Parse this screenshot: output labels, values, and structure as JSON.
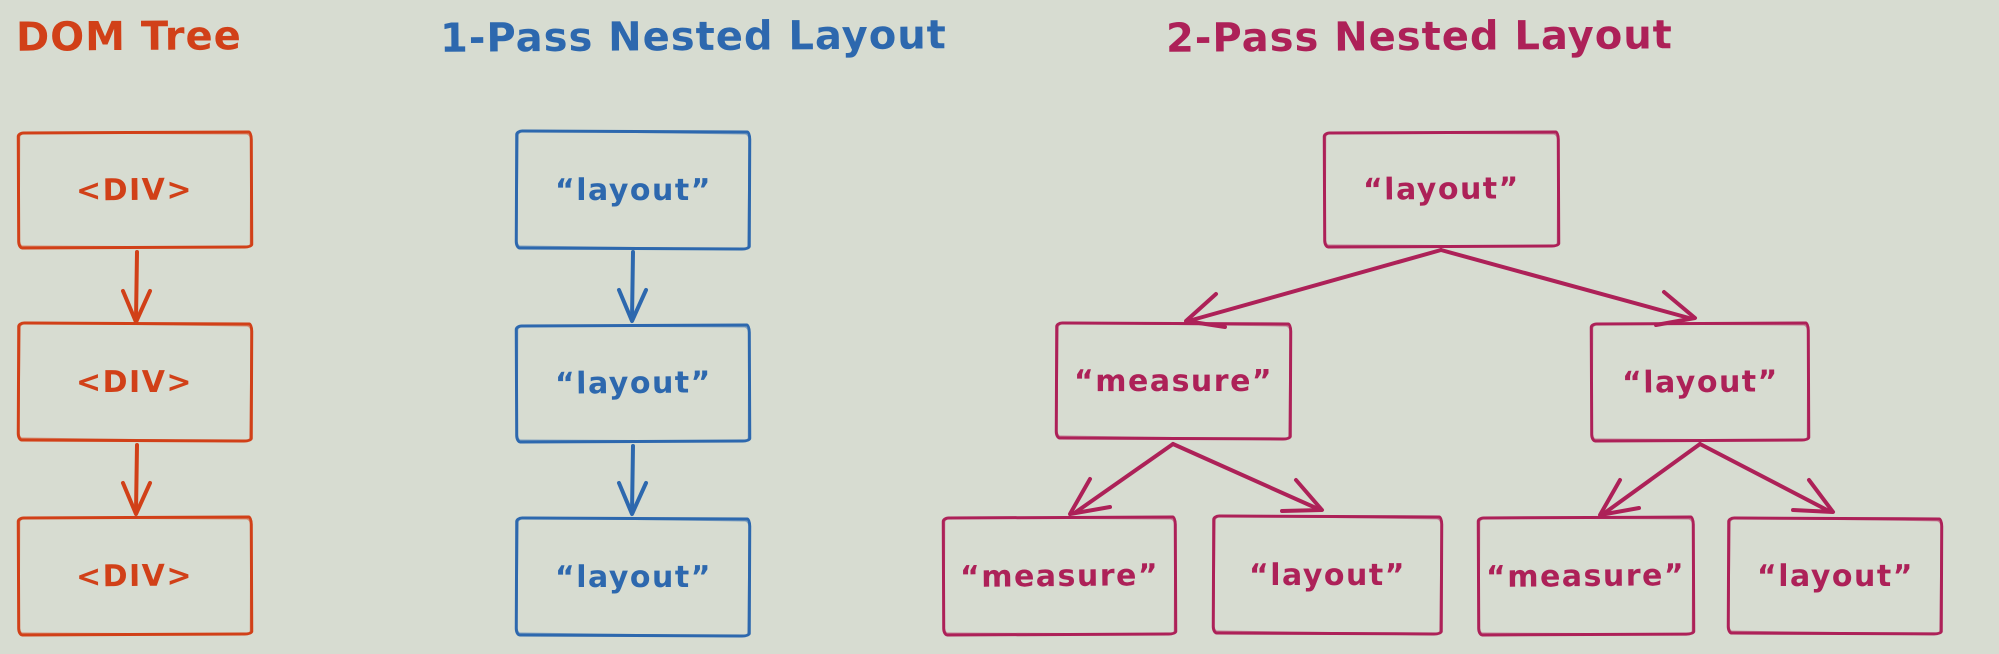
{
  "canvas": {
    "background": "#d7dcd1"
  },
  "sections": [
    {
      "id": "dom-tree",
      "title": "DOM Tree",
      "color": "#d14018",
      "nodes": [
        {
          "label": "<DIV>"
        },
        {
          "label": "<DIV>"
        },
        {
          "label": "<DIV>"
        }
      ],
      "edges": [
        {
          "from": 0,
          "to": 1
        },
        {
          "from": 1,
          "to": 2
        }
      ]
    },
    {
      "id": "one-pass-nested-layout",
      "title": "1-Pass Nested Layout",
      "color": "#2d68ae",
      "nodes": [
        {
          "label": "“layout”"
        },
        {
          "label": "“layout”"
        },
        {
          "label": "“layout”"
        }
      ],
      "edges": [
        {
          "from": 0,
          "to": 1
        },
        {
          "from": 1,
          "to": 2
        }
      ]
    },
    {
      "id": "two-pass-nested-layout",
      "title": "2-Pass Nested Layout",
      "color": "#ad2158",
      "nodes": [
        {
          "label": "“layout”"
        },
        {
          "label": "“measure”"
        },
        {
          "label": "“layout”"
        },
        {
          "label": "“measure”"
        },
        {
          "label": "“layout”"
        },
        {
          "label": "“measure”"
        },
        {
          "label": "“layout”"
        }
      ],
      "edges": [
        {
          "from": 0,
          "to": 1
        },
        {
          "from": 0,
          "to": 2
        },
        {
          "from": 1,
          "to": 3
        },
        {
          "from": 1,
          "to": 4
        },
        {
          "from": 2,
          "to": 5
        },
        {
          "from": 2,
          "to": 6
        }
      ]
    }
  ]
}
